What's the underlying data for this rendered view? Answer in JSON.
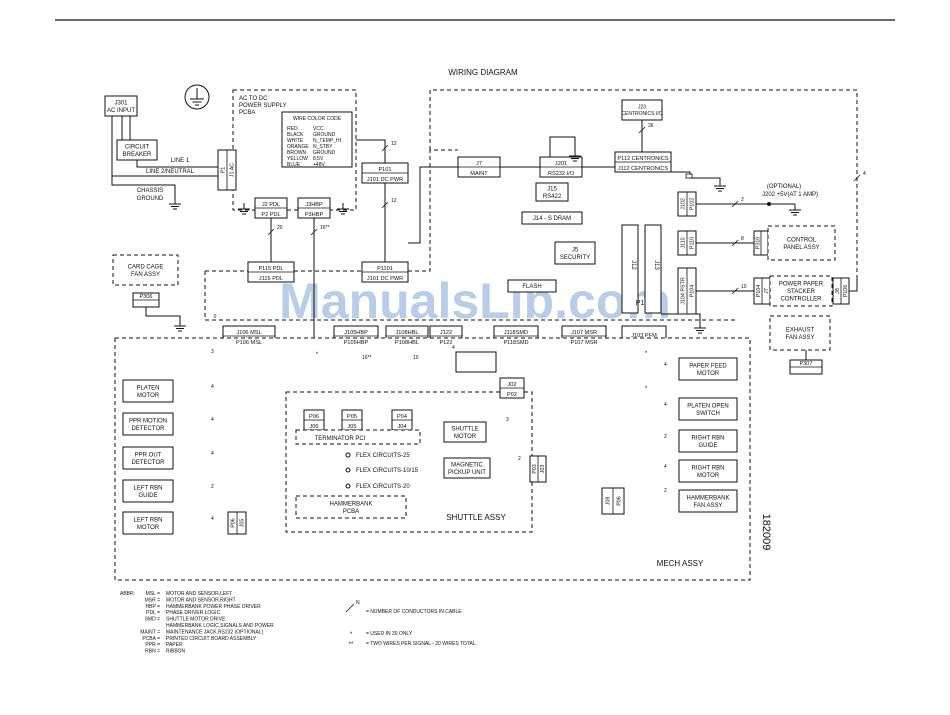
{
  "title": "WIRING DIAGRAM",
  "watermark": "ManualsLib.com",
  "drawing_number": "182009",
  "colors": {
    "line": "#111111",
    "watermark": "#b9cde6",
    "border": "#333333"
  },
  "icons": {
    "ground": "ground-symbol-icon",
    "connector": "connector-box-icon"
  },
  "wire_color_code": {
    "heading": "WIRE COLOR CODE",
    "rows": [
      [
        "RED",
        "VCC"
      ],
      [
        "BLACK",
        "GROUND"
      ],
      [
        "WHITE",
        "N_TEMP_HI"
      ],
      [
        "ORANGE",
        "N_STBY"
      ],
      [
        "BROWN",
        "GROUND"
      ],
      [
        "YELLOW",
        "8.5V"
      ],
      [
        "BLUE",
        "+48V"
      ]
    ]
  },
  "blocks": {
    "j301": [
      "J301",
      "AC INPUT"
    ],
    "breaker": [
      "CIRCUIT",
      "BREAKER"
    ],
    "line1": "LINE 1",
    "line2": "LINE 2/NEUTRAL",
    "chassis": [
      "CHASSIS",
      "GROUND"
    ],
    "p1j1": "P1   J1 AC",
    "psu": [
      "AC TO DC",
      "POWER SUPPLY",
      "PCBA"
    ],
    "j2p2": [
      "J2 PDL",
      "P2 PDL"
    ],
    "j3p3": [
      "J3HBP",
      "P3HBP"
    ],
    "p101": [
      "P101",
      "J101 DC PWR"
    ],
    "p1101": [
      "P1101",
      "J101 DC PWR"
    ],
    "p115": [
      "P115 PDL",
      "J115 PDL"
    ],
    "j7": [
      "J7",
      "MAINT"
    ],
    "j201": [
      "J201",
      "RS232 I/O"
    ],
    "j15": [
      "J15",
      "RS422"
    ],
    "j14": "J14 - S DRAM",
    "j5": [
      "J5",
      "SECURITY"
    ],
    "j23": [
      "J23",
      "CENTRONICS I/O"
    ],
    "p112": [
      "P112 CENTRONICS",
      "J112 CENTRONICS"
    ],
    "flash": "FLASH",
    "optional": [
      "(OPTIONAL)",
      "J202 +5V(AT 1 AMP)"
    ],
    "j102": [
      "J102",
      "P102"
    ],
    "j110": [
      "J110",
      "P110"
    ],
    "p310": "P310",
    "control_panel": [
      "CONTROL",
      "PANEL ASSY"
    ],
    "j104": [
      "J104 PSTR",
      "P104"
    ],
    "p104b": [
      "P104",
      "J7"
    ],
    "stacker": [
      "POWER PAPER",
      "STACKER",
      "CONTROLLER"
    ],
    "j8p106": [
      "J8",
      "P106"
    ],
    "j12": "J12",
    "j13": "J13",
    "p1": "P1",
    "card_cage": [
      "CARD CAGE",
      "FAN ASSY"
    ],
    "p306": "P306",
    "exhaust": [
      "EXHAUST",
      "FAN ASSY"
    ],
    "p307": "P307",
    "j106": [
      "J106 MSL",
      "P106 MSL"
    ],
    "j105": [
      "J105HBP",
      "P105HBP"
    ],
    "j108": [
      "J108HBL",
      "P108HBL"
    ],
    "j122": [
      "J122",
      "P122"
    ],
    "j118": [
      "J118SMD",
      "P118SMD"
    ],
    "j107": [
      "J107 MSR",
      "P107 MSR"
    ],
    "j103": "J103 PFM",
    "platen_motor": [
      "PLATEN",
      "MOTOR"
    ],
    "ppr_motion": [
      "PPR MOTION",
      "DETECTOR"
    ],
    "ppr_out": [
      "PPR OUT",
      "DETECTOR"
    ],
    "left_rbn_guide": [
      "LEFT RBN",
      "GUIDE"
    ],
    "left_rbn_motor": [
      "LEFT RBN",
      "MOTOR"
    ],
    "p06j05": [
      "P06",
      "J05"
    ],
    "paper_feed": [
      "PAPER FEED",
      "MOTOR"
    ],
    "platen_open": [
      "PLATEN OPEN",
      "SWITCH"
    ],
    "right_rbn_guide": [
      "RIGHT RBN",
      "GUIDE"
    ],
    "right_rbn_motor": [
      "RIGHT RBN",
      "MOTOR"
    ],
    "hb_fan": [
      "HAMMERBANK",
      "FAN ASSY"
    ],
    "j08p06": [
      "J08",
      "P06"
    ],
    "p06j06": [
      "P06",
      "J06"
    ],
    "p05j05": [
      "P05",
      "J05"
    ],
    "p04j04": [
      "P04",
      "J04"
    ],
    "terminator": "TERMINATOR PCI",
    "flex1": "FLEX CIRCUITS-25",
    "flex2": "FLEX CIRCUITS-10/15",
    "flex3": "FLEX CIRCUITS-20",
    "hammerbank": [
      "HAMMERBANK",
      "PCBA"
    ],
    "shuttle_assy": "SHUTTLE ASSY",
    "shuttle_motor": [
      "SHUTTLE",
      "MOTOR"
    ],
    "magnetic": [
      "MAGNETIC",
      "PICKUP UNIT"
    ],
    "j02p02": [
      "J02",
      "P02"
    ],
    "p03j03": [
      "P03",
      "J03"
    ],
    "mech_assy": "MECH ASSY"
  },
  "wire_counts": {
    "j2_to_p115": "20",
    "j3_to_p105": "16**",
    "psu_to_p101": "12",
    "p101_to_p1101": "12",
    "j23_cable": "36",
    "j102_opt": "2",
    "j110_cable": "8",
    "j104_cable": "10",
    "right_bus": "4",
    "p106_branch": "3",
    "p105_branch": "16**",
    "p108_branch": "10",
    "p122_branch": "4",
    "p106_to_platen": "4",
    "p106_to_motion": "4",
    "p106_to_out": "4",
    "p106_to_lrguide": "2",
    "p106_to_lrmotor": "4",
    "p107_to_paperfeed": "4",
    "p107_to_platenopen": "4",
    "p107_to_rrguide": "2",
    "p107_to_rrmotor": "4",
    "p107_to_hbfan": "2",
    "p02_to_shuttle": "3",
    "magnetic_to_p03": "2",
    "star_a": "*",
    "star_b": "*",
    "star_c": "*"
  },
  "abbreviations": {
    "heading": "ABBR:",
    "items": [
      [
        "MSL =",
        "MOTOR AND SENSOR,LEFT"
      ],
      [
        "MSR =",
        "MOTOR AND SENSOR,RIGHT"
      ],
      [
        "HBP =",
        "HAMMERBANK POWER PHASE DRIVER"
      ],
      [
        "PDL =",
        "PHASE DRIVER LOGIC"
      ],
      [
        "SMD =",
        "SHUTTLE MOTOR DRIVE"
      ],
      [
        "",
        "HAMMERBANK LOGIC,SIGNALS AND POWER"
      ],
      [
        "MAINT =",
        "MAINTENANCE JACK,RS232 (OPTIONAL)"
      ],
      [
        "PCBA =",
        "PRINTED CIRCUIT BOARD ASSEMBLY"
      ],
      [
        "PPR =",
        "PAPER"
      ],
      [
        "RBN =",
        "RIBBON"
      ]
    ]
  },
  "legend": [
    [
      "N",
      "= NUMBER OF CONDUCTORS IN CABLE"
    ],
    [
      "*",
      "= USED IN 20 ONLY"
    ],
    [
      "**",
      "= TWO WIRES PER SIGNAL - 20 WIRES TOTAL"
    ]
  ]
}
